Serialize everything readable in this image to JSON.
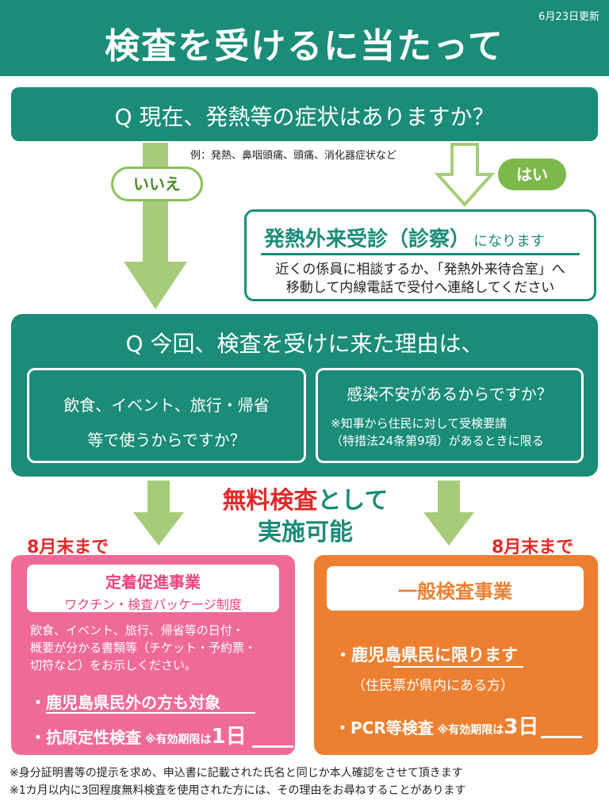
{
  "header": {
    "title": "検査を受けるに当たって",
    "date": "6月23日更新"
  },
  "q1": {
    "text": "Q 現在、発熱等の症状はありますか？",
    "example": "例：発熱、鼻咽頭痛、頭痛、消化器症状など",
    "no_label": "いいえ",
    "yes_label": "はい"
  },
  "fever": {
    "title": "発熱外来受診（診察）",
    "title_suffix": "になります",
    "desc_line1": "近くの係員に相談するか、「発熱外来待合室」へ",
    "desc_line2": "移動して内線電話で受付へ連絡してください"
  },
  "q2": {
    "text": "Q 今回、検査を受けに来た理由は、",
    "option_a_line1": "飲食、イベント、旅行・帰省",
    "option_a_line2": "等で使うからですか？",
    "option_b_line1": "感染不安があるからですか？",
    "option_b_note1": "※知事から住民に対して受検要請",
    "option_b_note2": "（特措法24条第9項）があるときに限る"
  },
  "free": {
    "red_part": "無料検査",
    "teal_part": "として",
    "line2": "実施可能"
  },
  "deadline_left": "8月末まで",
  "deadline_right": "8月末まで",
  "pink": {
    "title": "定着促進事業",
    "subtitle": "ワクチン・検査パッケージ制度",
    "desc1": "飲食、イベント、旅行、帰省等の日付・",
    "desc2": "概要が分かる書類等（チケット・予約票・",
    "desc3": "切符など）をお示しください。",
    "bullet1": "・鹿児島県民外の方も対象",
    "bullet2_main": "・抗原定性検査",
    "bullet2_small": " ※有効期限は",
    "bullet2_big": "1日"
  },
  "orange": {
    "title": "一般検査事業",
    "bullet1": "・鹿児島県民に限ります",
    "bullet1_note": "（住民票が県内にある方）",
    "bullet2_main": "・PCR等検査",
    "bullet2_small": " ※有効期限は",
    "bullet2_big": "3日"
  },
  "notes": {
    "line1": "※身分証明書等の提示を求め、申込書に記載された氏名と同じか本人確認をさせて頂きます",
    "line2": "※1カ月以内に3回程度無料検査を使用された方には、その理由をお尋ねすることがあります"
  }
}
